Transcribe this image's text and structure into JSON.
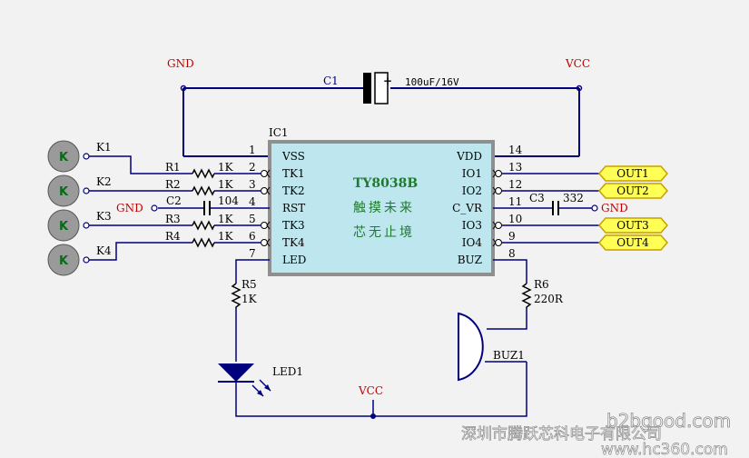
{
  "ic": {
    "ref": "IC1",
    "part": "TY8038B",
    "tagline_1": "触摸未来",
    "tagline_2": "芯无止境",
    "left_pins": [
      {
        "num": "1",
        "name": "VSS"
      },
      {
        "num": "2",
        "name": "TK1"
      },
      {
        "num": "3",
        "name": "TK2"
      },
      {
        "num": "4",
        "name": "RST"
      },
      {
        "num": "5",
        "name": "TK3"
      },
      {
        "num": "6",
        "name": "TK4"
      },
      {
        "num": "7",
        "name": "LED"
      }
    ],
    "right_pins": [
      {
        "num": "14",
        "name": "VDD"
      },
      {
        "num": "13",
        "name": "IO1"
      },
      {
        "num": "12",
        "name": "IO2"
      },
      {
        "num": "11",
        "name": "C_VR"
      },
      {
        "num": "10",
        "name": "IO3"
      },
      {
        "num": "9",
        "name": "IO4"
      },
      {
        "num": "8",
        "name": "BUZ"
      }
    ]
  },
  "top": {
    "gnd": "GND",
    "vcc": "VCC",
    "cap_ref": "C1",
    "cap_value": "100uF/16V",
    "polarity": "+"
  },
  "keys": {
    "pad_label": "K",
    "refs": [
      "K1",
      "K2",
      "K3",
      "K4"
    ]
  },
  "resistors": {
    "refs": [
      "R1",
      "R2",
      "R3",
      "R4"
    ],
    "value": "1K"
  },
  "c2": {
    "ref": "C2",
    "value": "104",
    "gnd": "GND"
  },
  "c3": {
    "ref": "C3",
    "value": "332",
    "gnd": "GND"
  },
  "outputs": [
    "OUT1",
    "OUT2",
    "OUT3",
    "OUT4"
  ],
  "led": {
    "r_ref": "R5",
    "r_value": "1K",
    "ref": "LED1"
  },
  "buzzer": {
    "r_ref": "R6",
    "r_value": "220R",
    "ref": "BUZ1"
  },
  "bottom": {
    "vcc": "VCC"
  },
  "watermarks": {
    "company": "深圳市腾跃芯科电子有限公司",
    "site1": "b2bgood.com",
    "site2": "www.hc360.com"
  },
  "colors": {
    "wire": "#00007f",
    "label_red": "#c00000",
    "ic_fill": "#bde6ef",
    "ic_border": "#8f8f8f",
    "ic_text_green": "#1f7a2e",
    "pad_fill": "#9a9a9a",
    "out_fill": "#ffff55",
    "out_border": "#c8a000"
  }
}
